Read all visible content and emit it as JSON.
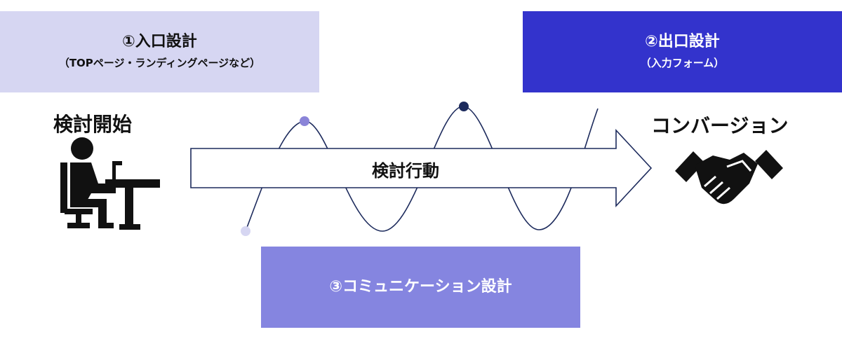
{
  "entry_design": {
    "title": "①入口設計",
    "subtitle": "（TOPページ・ランディングページなど）",
    "color": "#d6d6f2"
  },
  "exit_design": {
    "title": "②出口設計",
    "subtitle": "（入力フォーム）",
    "color": "#3333cc"
  },
  "communication_design": {
    "title": "③コミュニケーション設計",
    "color": "#8585e0"
  },
  "start": {
    "label": "検討開始",
    "icon": "person-at-desk-icon"
  },
  "goal": {
    "label": "コンバージョン",
    "icon": "handshake-icon"
  },
  "flow": {
    "label": "検討行動"
  },
  "wave_dot_colors": [
    "#d6d6f2",
    "#8a84d8",
    "#1c2a5c"
  ]
}
